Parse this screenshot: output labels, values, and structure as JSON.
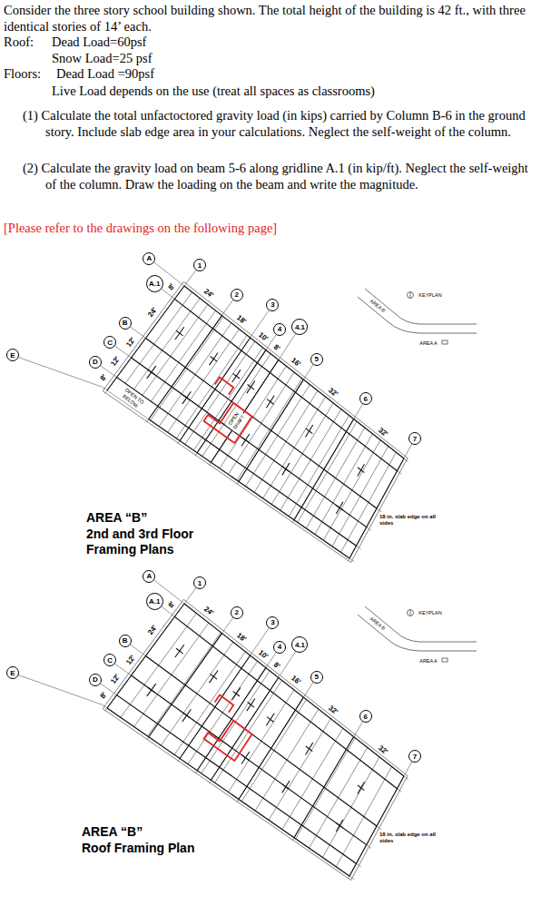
{
  "diagram": {
    "nodes": [
      {
        "text": [
          "A"
        ]
      },
      {
        "text": [
          "A.1"
        ]
      },
      {
        "text": [
          "B"
        ]
      },
      {
        "text": [
          "C"
        ]
      },
      {
        "text": [
          "D"
        ]
      },
      {
        "text": [
          "E"
        ]
      },
      {
        "text": [
          "1"
        ]
      },
      {
        "text": [
          "2"
        ]
      },
      {
        "text": [
          "3"
        ]
      },
      {
        "text": [
          "4"
        ]
      },
      {
        "text": [
          "4.1"
        ]
      },
      {
        "text": [
          "5"
        ]
      },
      {
        "text": [
          "6"
        ]
      },
      {
        "text": [
          "7"
        ]
      },
      {
        "text": [
          "A"
        ]
      },
      {
        "text": [
          "A.1"
        ]
      },
      {
        "text": [
          "B"
        ]
      },
      {
        "text": [
          "C"
        ]
      },
      {
        "text": [
          "D"
        ]
      },
      {
        "text": [
          "E"
        ]
      },
      {
        "text": [
          "1"
        ]
      },
      {
        "text": [
          "2"
        ]
      },
      {
        "text": [
          "3"
        ]
      },
      {
        "text": [
          "4"
        ]
      },
      {
        "text": [
          "4.1"
        ]
      },
      {
        "text": [
          "5"
        ]
      },
      {
        "text": [
          "6"
        ]
      },
      {
        "text": [
          "7"
        ]
      }
    ],
    "labels": [
      "Consider the three story school building shown. The total height of the building is 42 ft., with three identical stories of 14’ each.",
      "Roof:",
      "Dead Load=60psf",
      "Snow Load=25 psf",
      "Floors:",
      "Dead Load =90psf",
      "Live Load depends on the use (treat all spaces as classrooms)",
      "(1) Calculate the total unfactoctored gravity load (in kips) carried by Column B-6 in the ground story. Include slab edge area in your calculations. Neglect the self-weight of the column.",
      "(2) Calculate the gravity load on beam 5-6 along gridline A.1 (in kip/ft). Neglect the self-weight of the column. Draw the loading on the beam and write the magnitude.",
      "[Please refer to the drawings on the following page]",
      "24'",
      "18'",
      "10'",
      "8'",
      "16'",
      "32'",
      "32'",
      "8'",
      "24'",
      "12'",
      "12'",
      "8'",
      "OPEN TO BELOW",
      "OPEN SHAFT",
      "AREA “B”",
      "2nd and 3rd Floor Framing Plans",
      "KEYPLAN",
      "AREA B",
      "AREA A",
      "18 in. slab edge on all sides",
      "24'",
      "18'",
      "10'",
      "8'",
      "16'",
      "32'",
      "32'",
      "8'",
      "24'",
      "12'",
      "12'",
      "8'",
      "AREA “B”",
      "Roof Framing Plan",
      "KEYPLAN",
      "AREA B",
      "AREA A",
      "18 in. slab edge on all sides"
    ]
  }
}
